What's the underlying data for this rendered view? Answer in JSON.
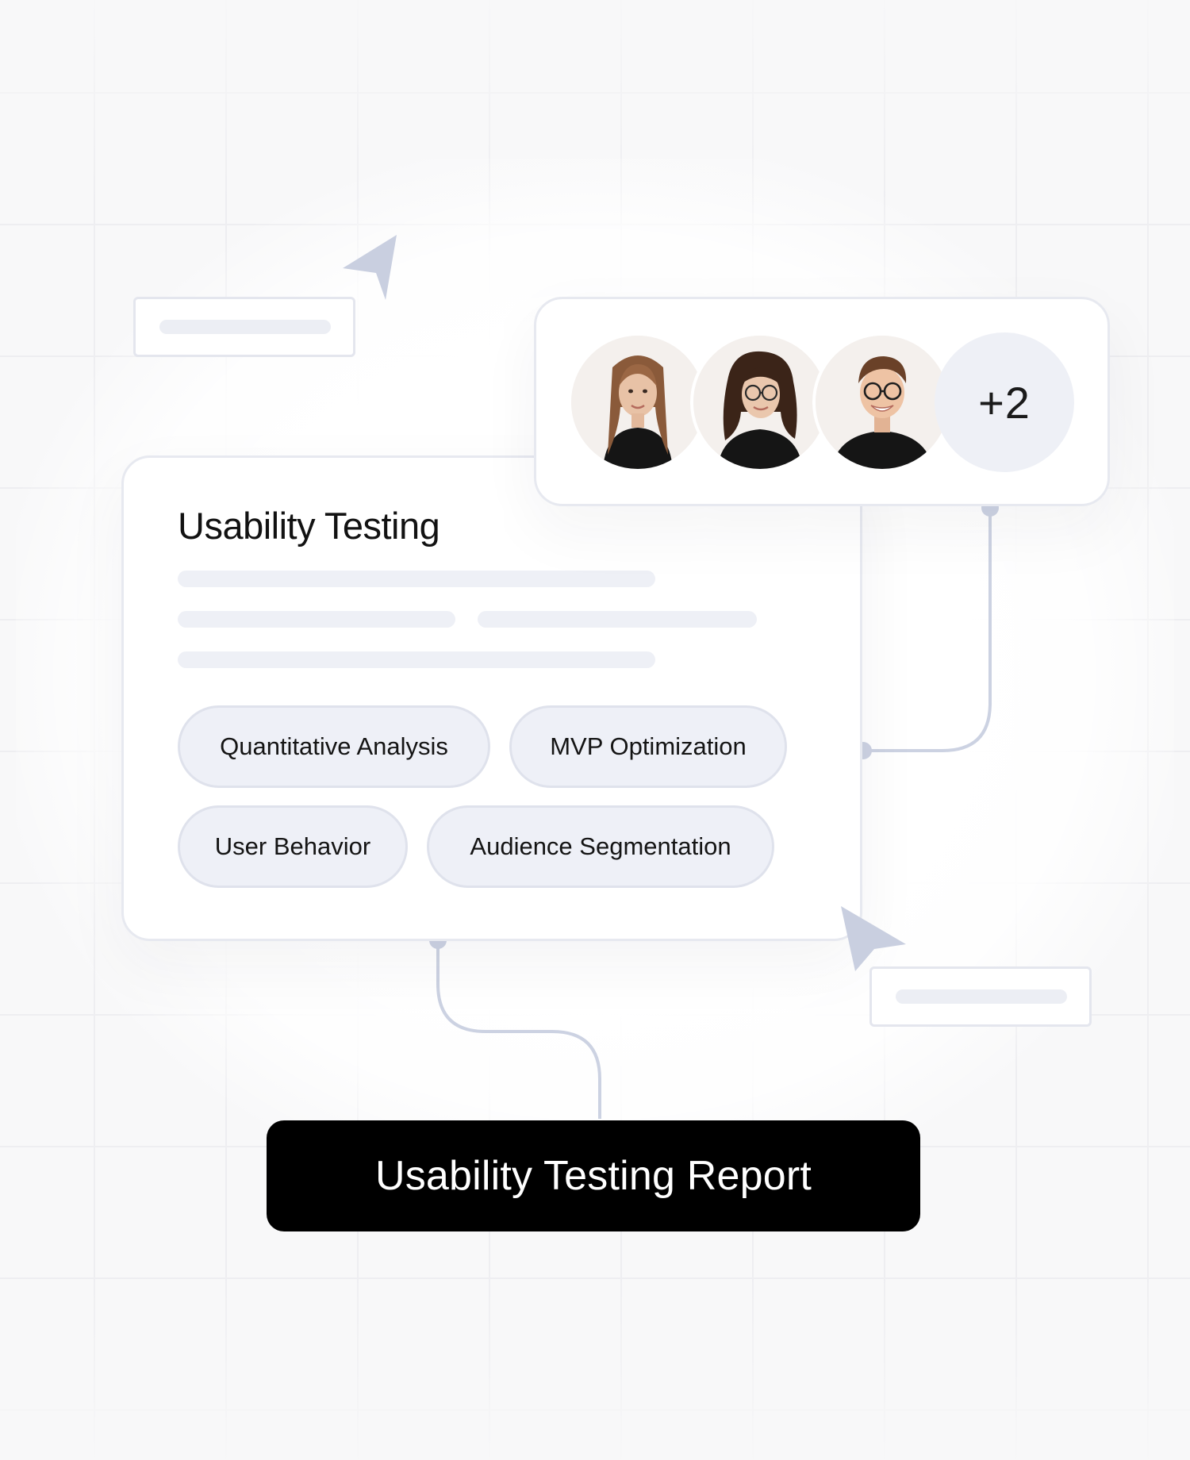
{
  "main_card": {
    "title": "Usability Testing",
    "tags": [
      {
        "label": "Quantitative Analysis"
      },
      {
        "label": "MVP Optimization"
      },
      {
        "label": "User Behavior"
      },
      {
        "label": "Audience Segmentation"
      }
    ]
  },
  "participants": {
    "avatars": [
      "avatar-woman-long-hair",
      "avatar-woman-glasses",
      "avatar-man-glasses"
    ],
    "more_count": "+2"
  },
  "report_button": {
    "label": "Usability Testing Report"
  },
  "colors": {
    "accent_cursor": "#c9cfe0",
    "connector": "#ccd2e2",
    "button_bg": "#000000",
    "button_text": "#ffffff",
    "tag_bg": "#eef0f7"
  }
}
